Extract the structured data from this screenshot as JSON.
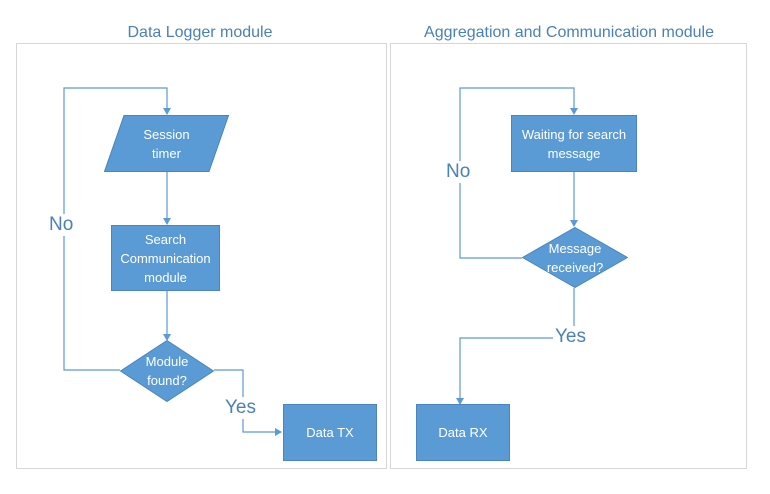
{
  "modules": {
    "left_title": "Data Logger module",
    "right_title": "Aggregation and Communication module"
  },
  "left": {
    "session_timer": "Session\ntimer",
    "search": "Search\nCommunication\nmodule",
    "decision": "Module\nfound?",
    "data_tx": "Data TX",
    "no_label": "No",
    "yes_label": "Yes"
  },
  "right": {
    "waiting": "Waiting for search\nmessage",
    "decision": "Message\nreceived?",
    "data_rx": "Data RX",
    "no_label": "No",
    "yes_label": "Yes"
  },
  "colors": {
    "fill": "#5b9bd5",
    "stroke": "#4a85bd",
    "title": "#4a81b8"
  }
}
